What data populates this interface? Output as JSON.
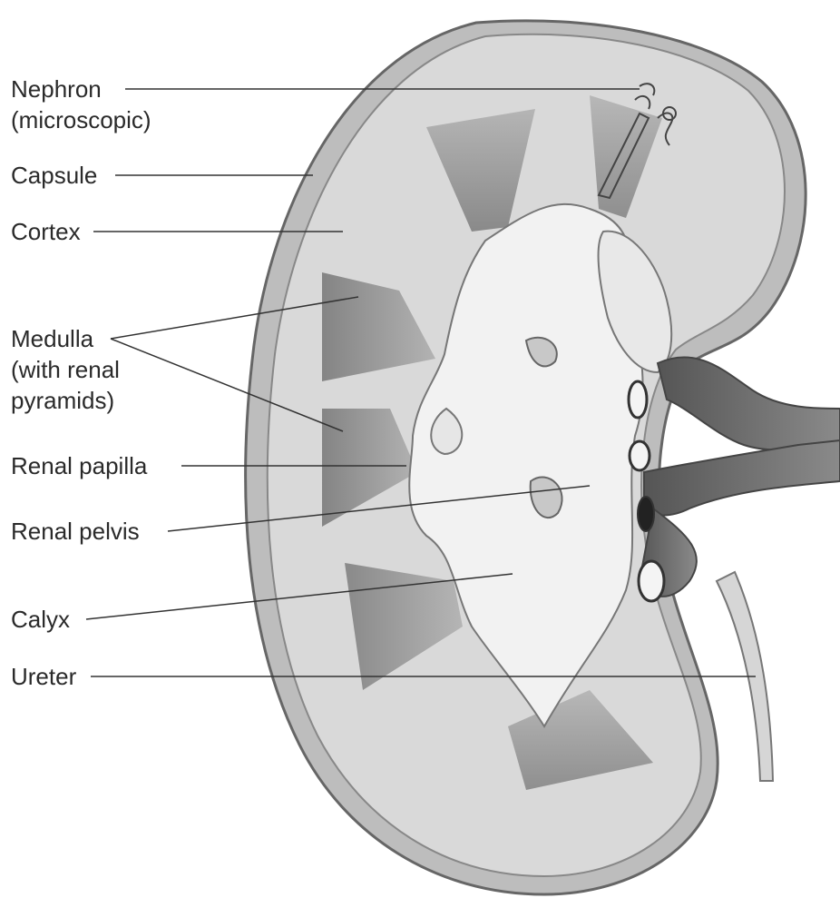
{
  "labels": {
    "nephron": "Nephron",
    "nephron_sub": "(microscopic)",
    "capsule": "Capsule",
    "cortex": "Cortex",
    "medulla": "Medulla",
    "medulla_sub1": "(with renal",
    "medulla_sub2": "pyramids)",
    "renal_papilla": "Renal papilla",
    "renal_pelvis": "Renal pelvis",
    "calyx": "Calyx",
    "ureter": "Ureter"
  }
}
